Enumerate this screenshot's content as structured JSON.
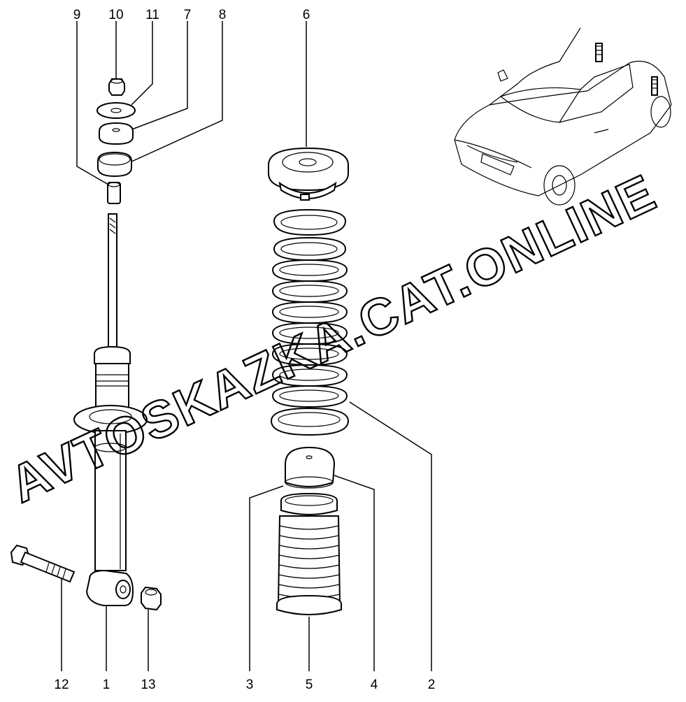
{
  "callouts": {
    "c1": "1",
    "c2": "2",
    "c3": "3",
    "c4": "4",
    "c5": "5",
    "c6": "6",
    "c7": "7",
    "c8": "8",
    "c9": "9",
    "c10": "10",
    "c11": "11",
    "c12": "12",
    "c13": "13"
  },
  "watermark": "AVTOSKAZKA.CAT.ONLINE"
}
